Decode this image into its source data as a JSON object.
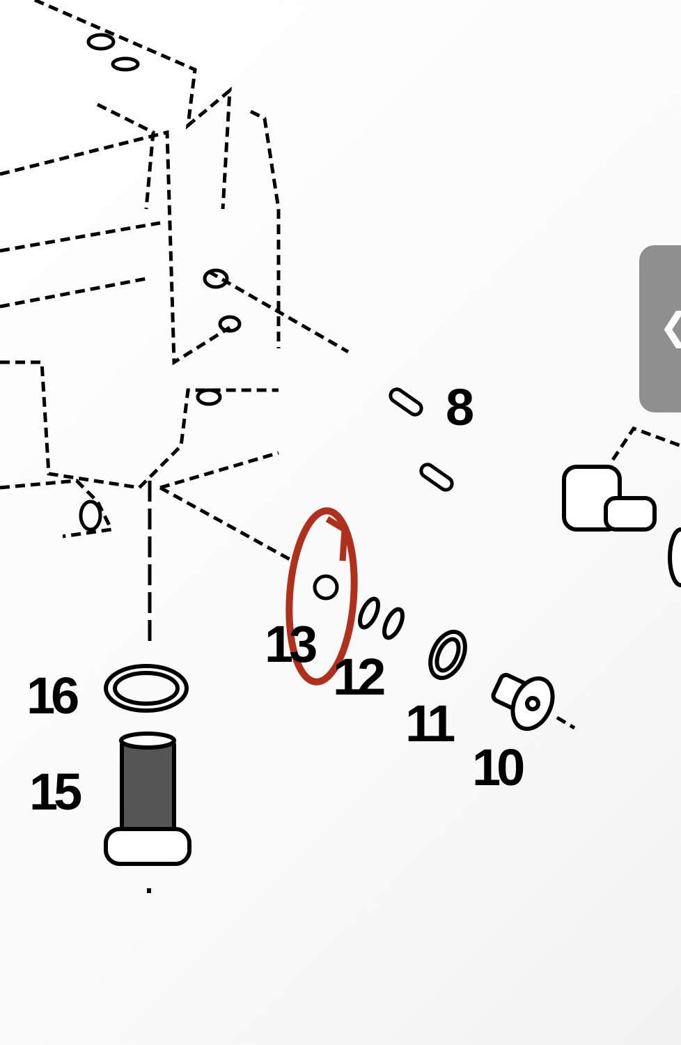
{
  "diagram": {
    "part_labels": {
      "p8": "8",
      "p10": "10",
      "p11": "11",
      "p12": "12",
      "p13": "13",
      "p15": "15",
      "p16": "16"
    },
    "annotation_color": "#b0301e"
  },
  "side_panel": {
    "icon": "chevron-left-icon",
    "glyph": "❮"
  }
}
